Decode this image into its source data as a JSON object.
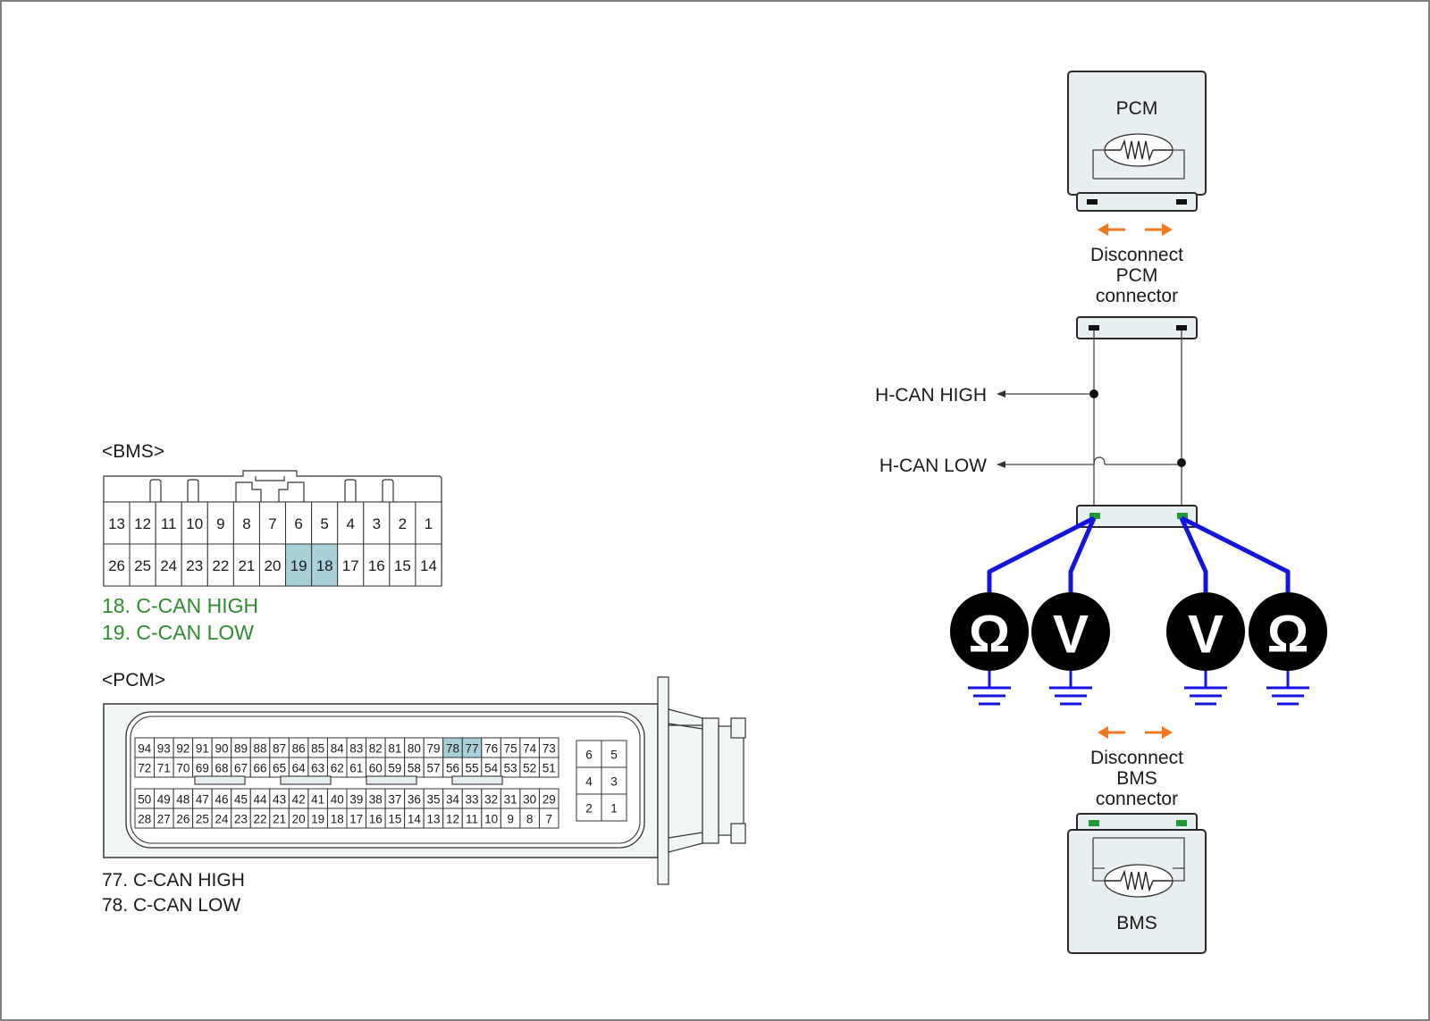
{
  "bms_connector": {
    "title": "<BMS>",
    "row1": [
      "13",
      "12",
      "11",
      "10",
      "9",
      "8",
      "7",
      "6",
      "5",
      "4",
      "3",
      "2",
      "1"
    ],
    "row2": [
      "26",
      "25",
      "24",
      "23",
      "22",
      "21",
      "20",
      "19",
      "18",
      "17",
      "16",
      "15",
      "14"
    ],
    "highlighted": [
      "19",
      "18"
    ],
    "notes": [
      "18. C-CAN HIGH",
      "19. C-CAN LOW"
    ]
  },
  "pcm_connector": {
    "title": "<PCM>",
    "row1": [
      "94",
      "93",
      "92",
      "91",
      "90",
      "89",
      "88",
      "87",
      "86",
      "85",
      "84",
      "83",
      "82",
      "81",
      "80",
      "79",
      "78",
      "77",
      "76",
      "75",
      "74",
      "73"
    ],
    "row2": [
      "72",
      "71",
      "70",
      "69",
      "68",
      "67",
      "66",
      "65",
      "64",
      "63",
      "62",
      "61",
      "60",
      "59",
      "58",
      "57",
      "56",
      "55",
      "54",
      "53",
      "52",
      "51"
    ],
    "row3": [
      "50",
      "49",
      "48",
      "47",
      "46",
      "45",
      "44",
      "43",
      "42",
      "41",
      "40",
      "39",
      "38",
      "37",
      "36",
      "35",
      "34",
      "33",
      "32",
      "31",
      "30",
      "29"
    ],
    "row4": [
      "28",
      "27",
      "26",
      "25",
      "24",
      "23",
      "22",
      "21",
      "20",
      "19",
      "18",
      "17",
      "16",
      "15",
      "14",
      "13",
      "12",
      "11",
      "10",
      "9",
      "8",
      "7"
    ],
    "small_block": [
      [
        "6",
        "5"
      ],
      [
        "4",
        "3"
      ],
      [
        "2",
        "1"
      ]
    ],
    "highlighted": [
      "78",
      "77"
    ],
    "notes": [
      "77. C-CAN HIGH",
      "78. C-CAN LOW"
    ]
  },
  "circuit": {
    "pcm_label": "PCM",
    "bms_label": "BMS",
    "disconnect_pcm": [
      "Disconnect",
      "PCM",
      "connector"
    ],
    "disconnect_bms": [
      "Disconnect",
      "BMS",
      "connector"
    ],
    "h_can_high": "H-CAN HIGH",
    "h_can_low": "H-CAN LOW",
    "meters": [
      "Ω",
      "V",
      "V",
      "Ω"
    ],
    "meter_icons": [
      "ohmmeter-icon",
      "voltmeter-icon",
      "voltmeter-icon",
      "ohmmeter-icon"
    ]
  },
  "colors": {
    "highlight": "#a9cfd8",
    "probe": "#1414e0",
    "arrow": "#f07820",
    "note_green": "#2e8b2e",
    "terminal_green": "#1e9a32",
    "box_fill": "#e8eff0"
  }
}
